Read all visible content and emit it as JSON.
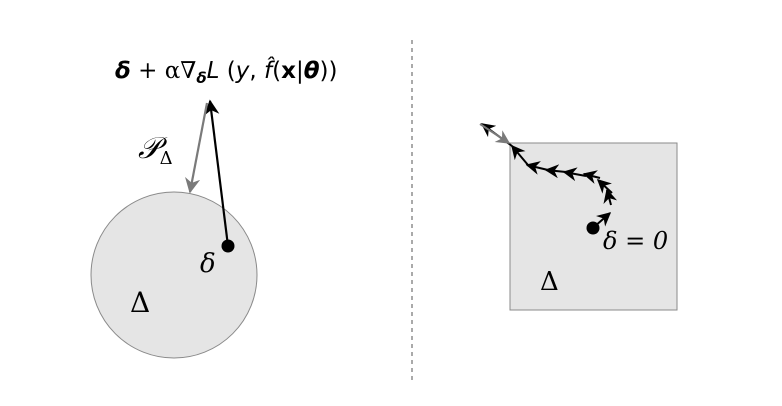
{
  "left_panel": {
    "gradient_update_formula": {
      "delta": "δ",
      "plus_alpha": " + α",
      "nabla": "∇",
      "sub_delta": "δ",
      "loss": "L",
      "args_open": " (",
      "y": "y",
      "comma": ", ",
      "fhat": "f̂",
      "open_paren": "(",
      "x": "x",
      "bar": "|",
      "theta": "θ",
      "close_parens": "))"
    },
    "projection_label_main": "𝒫",
    "projection_label_sub": "Δ",
    "region_label": "Δ",
    "point_label": "δ"
  },
  "right_panel": {
    "region_label": "Δ",
    "start_point_label": "δ = 0"
  },
  "colors": {
    "region_fill": "#e5e5e5",
    "region_stroke": "#8a8a8a",
    "arrow_black": "#000000",
    "projection_gray": "#7a7a7a",
    "divider": "#555555"
  }
}
